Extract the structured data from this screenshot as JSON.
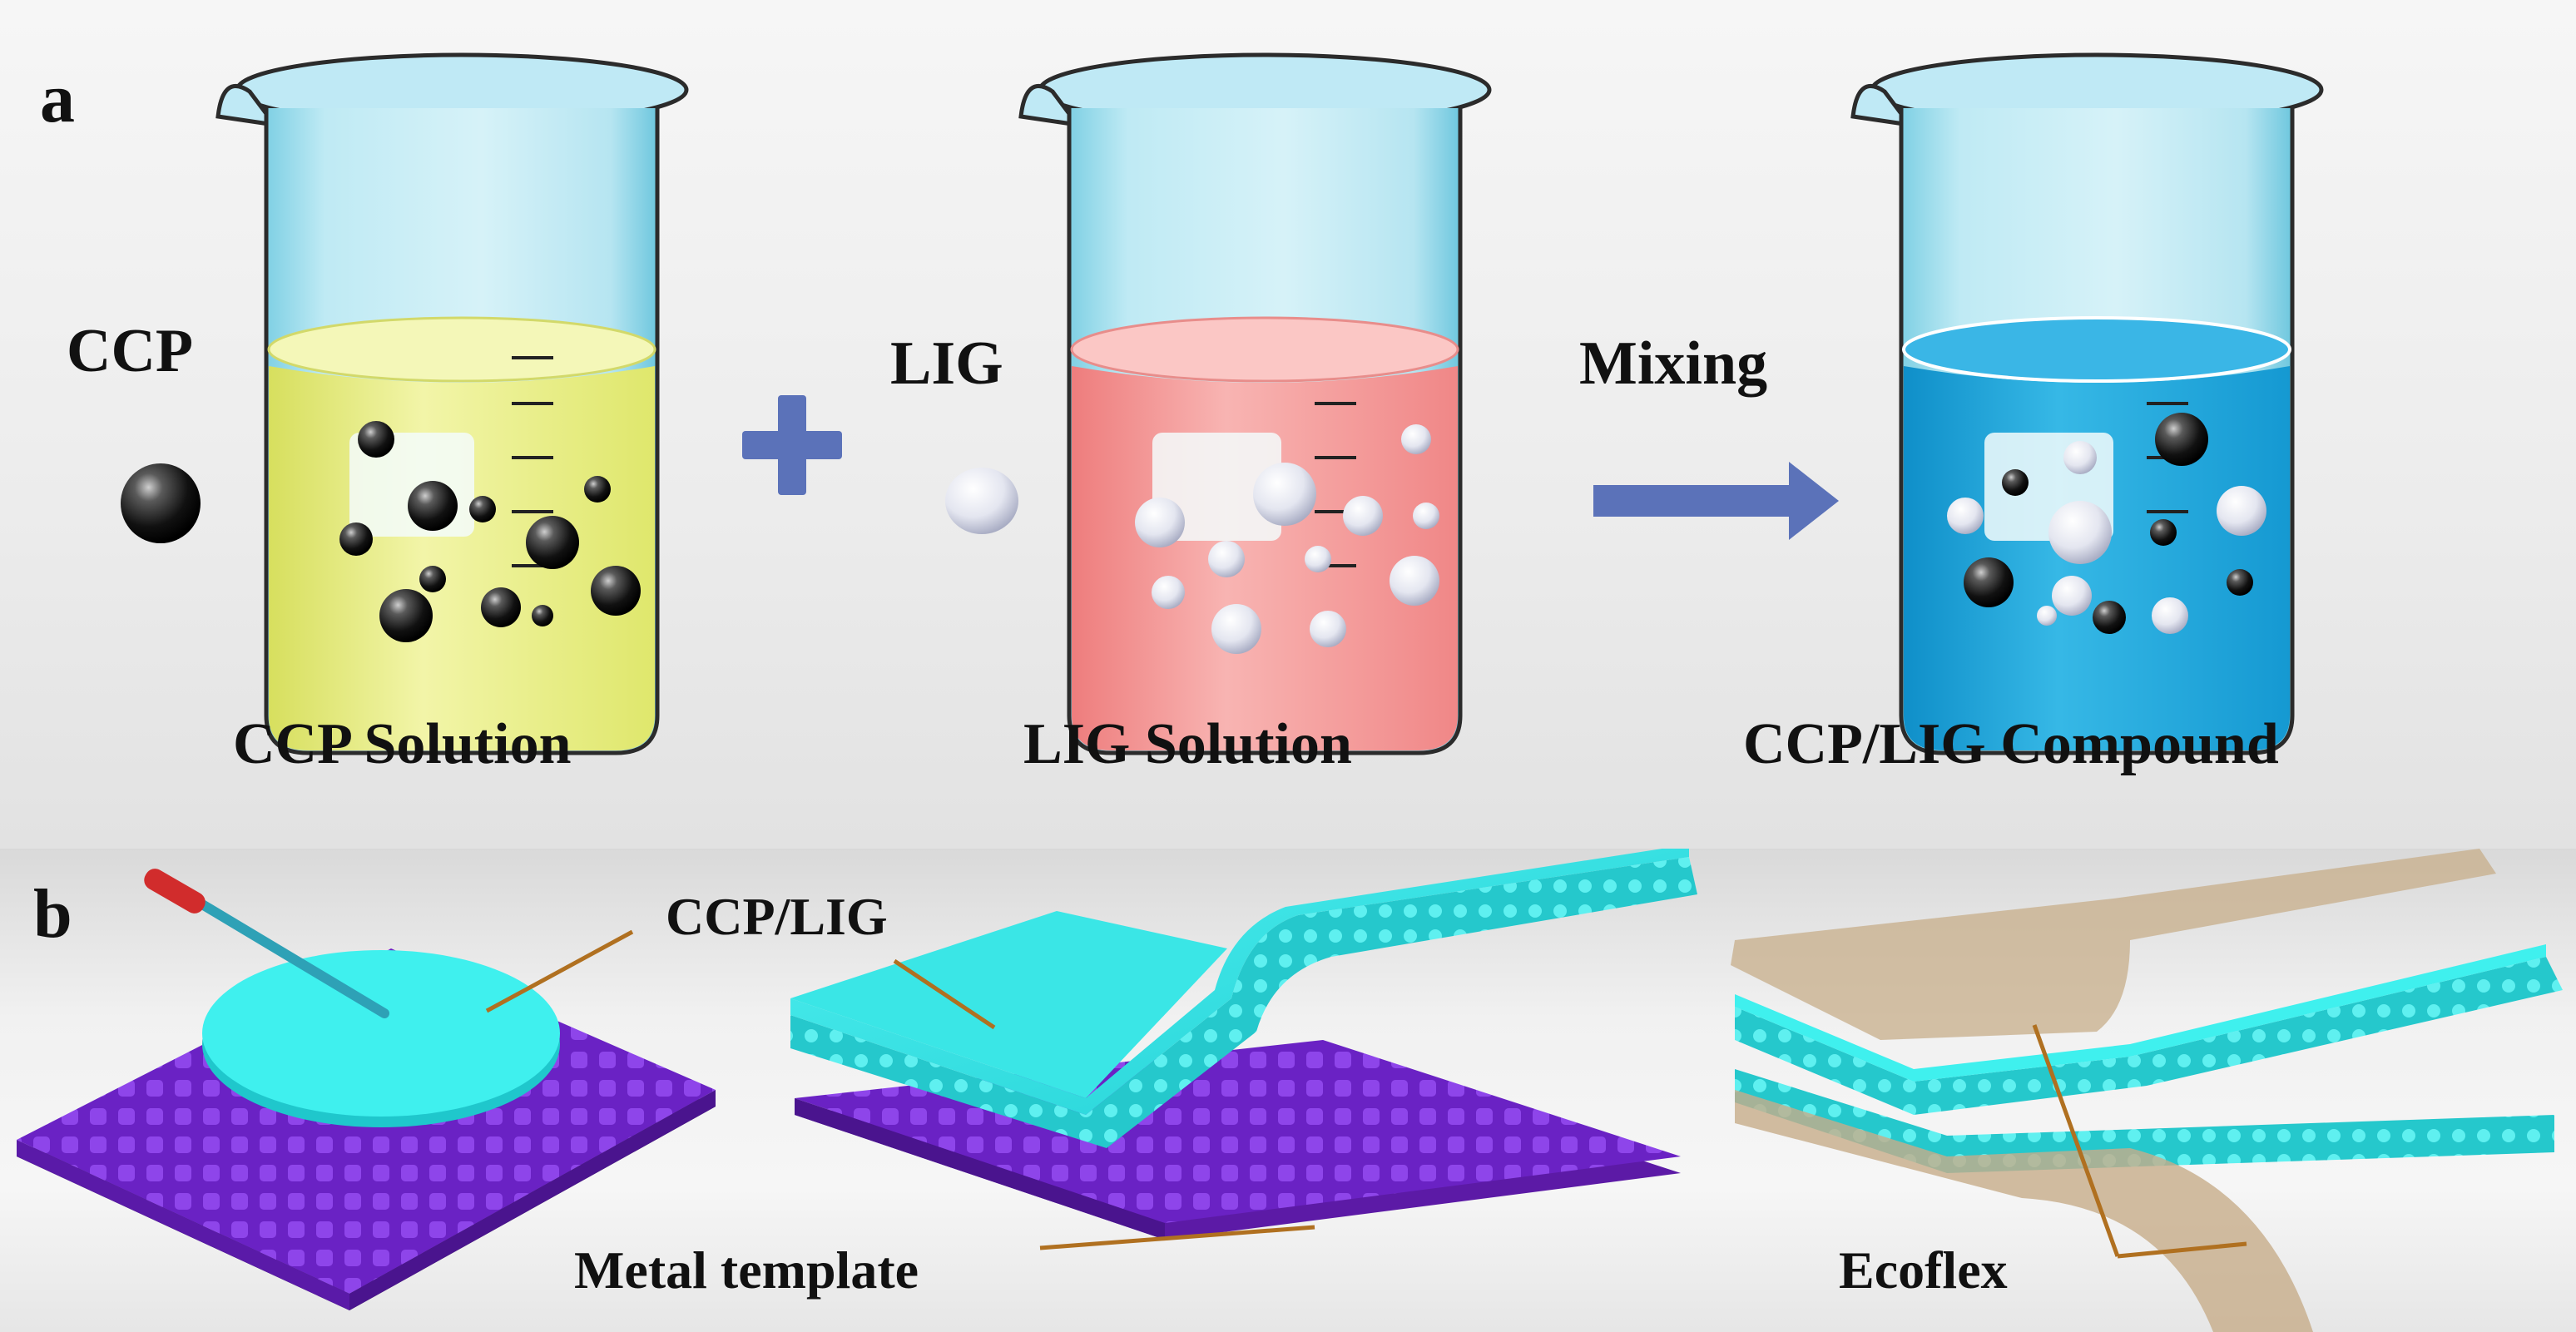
{
  "panel_a": {
    "letter": "a",
    "ccp_label": "CCP",
    "lig_label": "LIG",
    "arrow_label": "Mixing",
    "beaker1_caption": "CCP Solution",
    "beaker2_caption": "LIG Solution",
    "beaker3_caption": "CCP/LIG Compound",
    "plus_sign": "+",
    "colors": {
      "ccp_solution": "#e9ef8a",
      "lig_solution": "#f4908f",
      "compound": "#1ea6dc",
      "plus_arrow": "#5b72b9"
    }
  },
  "panel_b": {
    "letter": "b",
    "coating_label": "CCP/LIG",
    "template_label": "Metal template",
    "encapsulation_label": "Ecoflex",
    "colors": {
      "template": "#7a2fd3",
      "film": "#2fe0e0",
      "ecoflex": "#c7ad8a",
      "leader": "#b07020"
    }
  }
}
